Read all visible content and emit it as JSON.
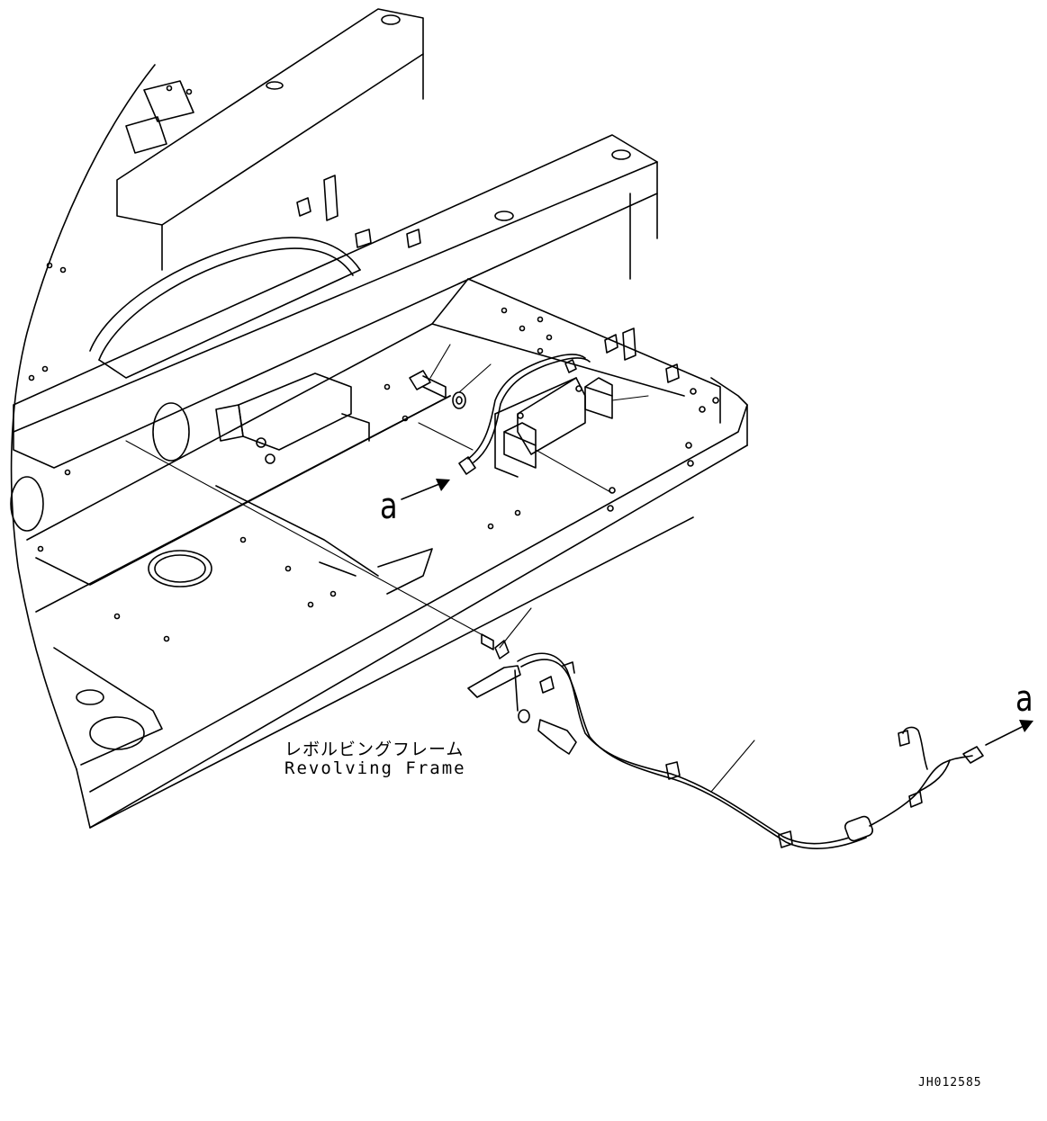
{
  "callouts": {
    "connector_left": "a",
    "connector_right": "a"
  },
  "labels": {
    "frame_japanese": "レボルビングフレーム",
    "frame_english": "Revolving Frame"
  },
  "figure_code": "JH012585",
  "colors": {
    "line": "#000000",
    "background": "#ffffff"
  }
}
